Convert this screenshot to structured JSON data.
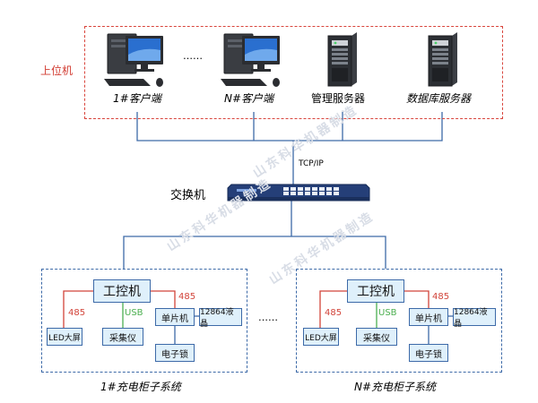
{
  "upper_group": {
    "label": "上位机",
    "clients": [
      {
        "label": "1#客户端",
        "icon": "desktop-computer-icon"
      },
      {
        "label": "N#客户端",
        "icon": "desktop-computer-icon"
      }
    ],
    "ellipsis": "……",
    "servers": [
      {
        "label": "管理服务器",
        "icon": "server-tower-icon"
      },
      {
        "label": "数据库服务器",
        "icon": "server-tower-icon"
      }
    ]
  },
  "network": {
    "protocol": "TCP/IP",
    "switch_label": "交换机",
    "switch_icon": "network-switch-icon"
  },
  "cabinets": [
    {
      "title": "1#充电柜子系统",
      "ipc": "工控机",
      "led": "LED大屏",
      "collector": "采集仪",
      "mcu": "单片机",
      "lcd": "12864液晶",
      "lock": "电子锁",
      "link_led": "485",
      "link_mcu": "485",
      "link_usb": "USB"
    },
    {
      "title": "N#充电柜子系统",
      "ipc": "工控机",
      "led": "LED大屏",
      "collector": "采集仪",
      "mcu": "单片机",
      "lcd": "12864液晶",
      "lock": "电子锁",
      "link_led": "485",
      "link_mcu": "485",
      "link_usb": "USB"
    }
  ],
  "cabinet_ellipsis": "……",
  "watermark": "山东科华机器制造",
  "colors": {
    "upper_border": "#d9453c",
    "upper_label": "#d23c32",
    "cabinet_border": "#3d6aa8",
    "line_network": "#3d6aa8",
    "link_485": "#d2443a",
    "link_usb": "#4caf50",
    "box_fill": "#dff0fb"
  }
}
